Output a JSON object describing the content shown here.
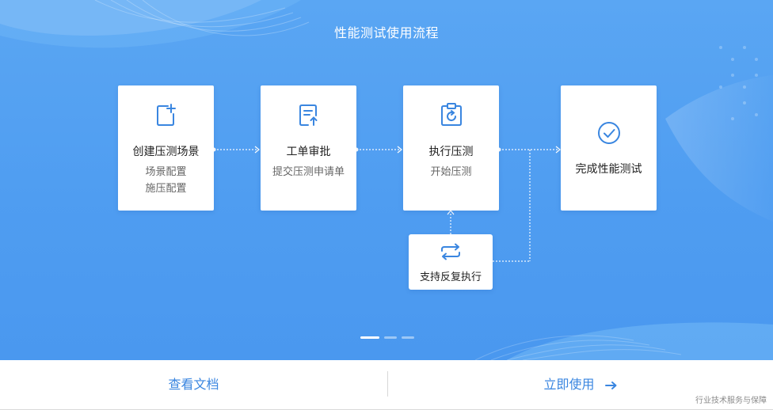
{
  "hero": {
    "title": "性能测试使用流程",
    "colors": {
      "bg": "#4f9df1",
      "card": "#ffffff",
      "accent": "#3a86e0"
    }
  },
  "steps": [
    {
      "icon": "document-add-icon",
      "name": "创建压测场景",
      "sub1": "场景配置",
      "sub2": "施压配置"
    },
    {
      "icon": "upload-document-icon",
      "name": "工单审批",
      "sub1": "提交压测申请单"
    },
    {
      "icon": "clipboard-refresh-icon",
      "name": "执行压测",
      "sub1": "开始压测"
    },
    {
      "icon": "check-circle-icon",
      "name": "完成性能测试"
    }
  ],
  "repeat": {
    "icon": "loop-arrows-icon",
    "name": "支持反复执行"
  },
  "carousel": {
    "active_index": 0,
    "count": 3
  },
  "footer": {
    "docs_label": "查看文档",
    "use_label": "立即使用",
    "use_icon": "arrow-right-icon"
  },
  "watermark": "行业技术服务与保障"
}
